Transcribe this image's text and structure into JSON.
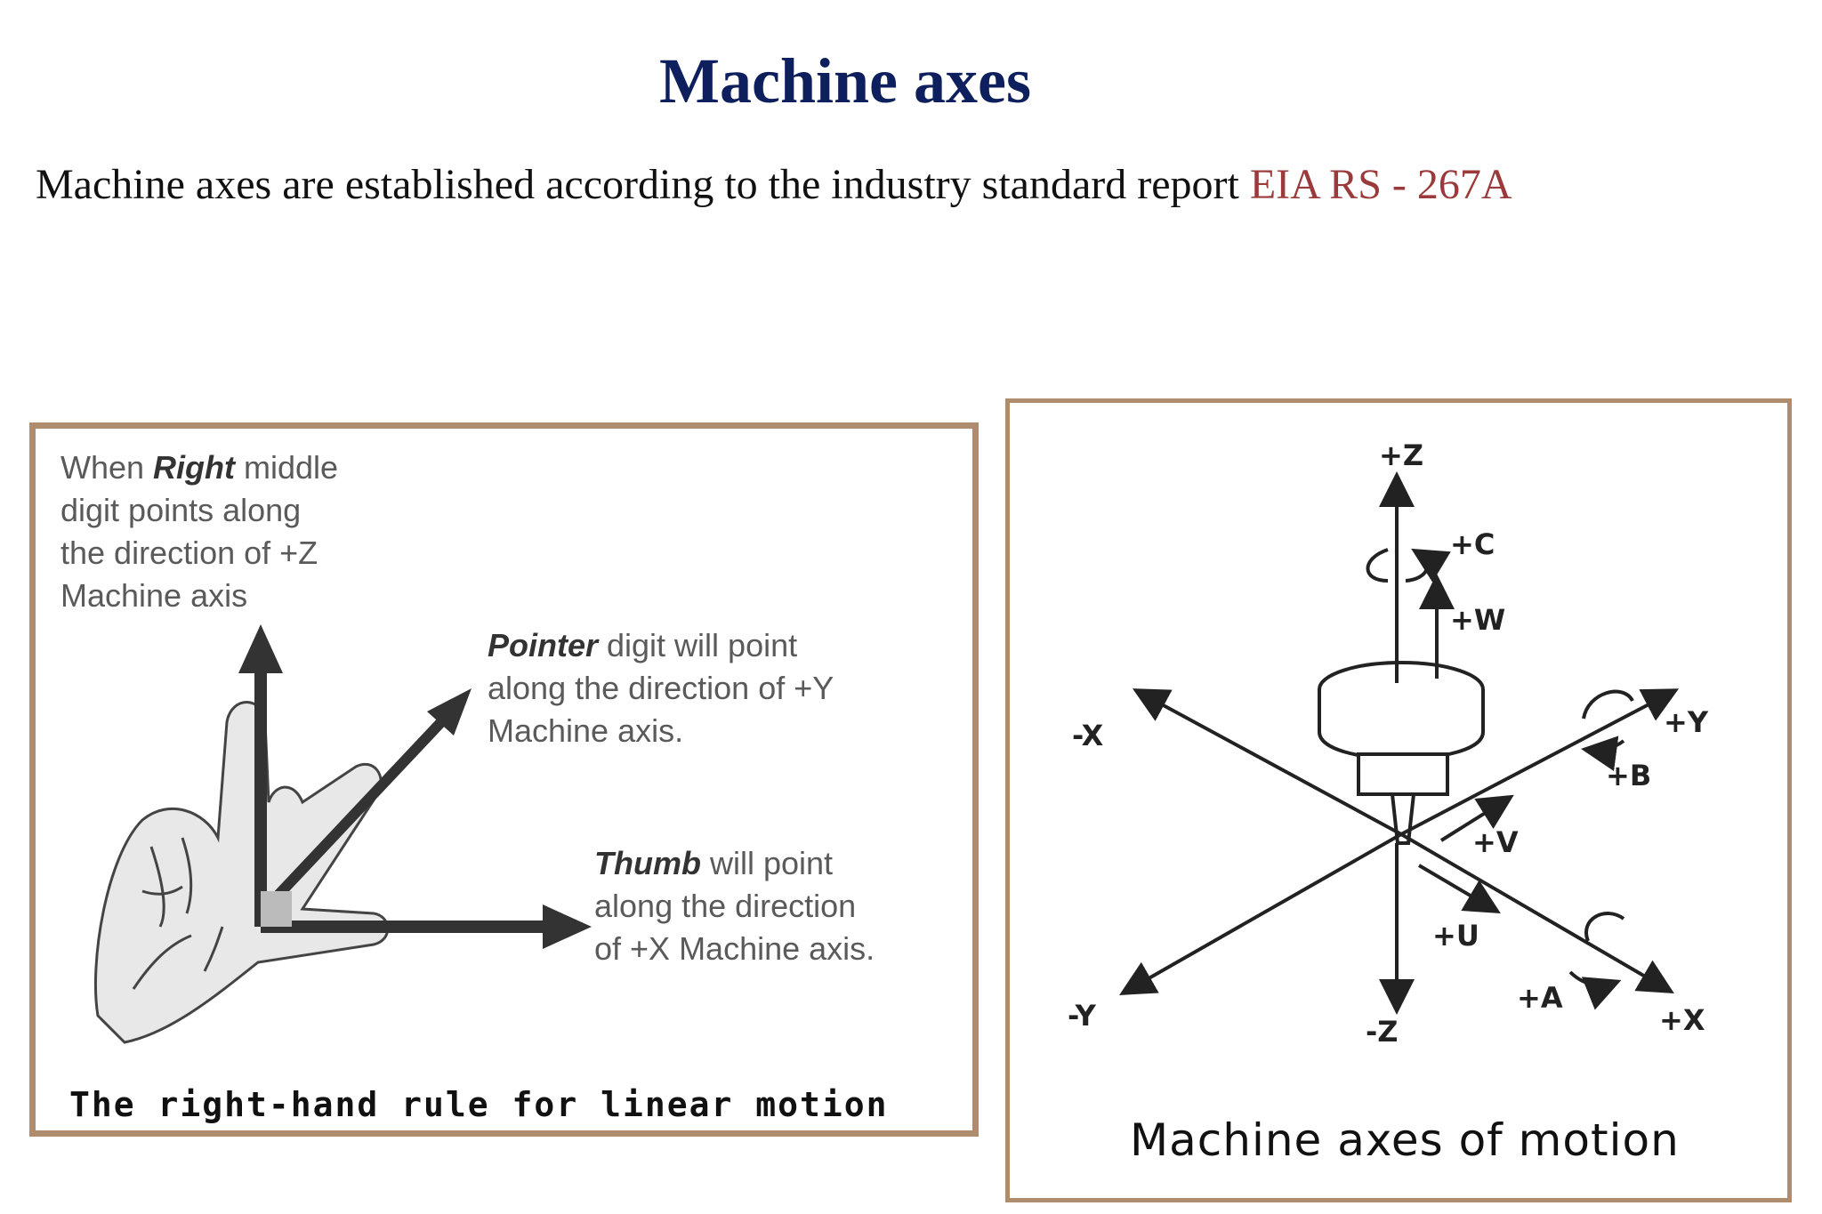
{
  "page": {
    "title": "Machine axes",
    "intro_text": "Machine axes are established according to the industry standard report ",
    "intro_standard": "EIA RS - 267A"
  },
  "left_panel": {
    "z_note": {
      "line1_pre": "When ",
      "line1_em": "Right",
      "line1_post": " middle",
      "line2": "digit points along",
      "line3": "the direction of +Z",
      "line4": "Machine axis"
    },
    "y_note": {
      "line1_em": "Pointer",
      "line1_post": " digit will point",
      "line2": "along the direction of +Y",
      "line3": "Machine axis."
    },
    "x_note": {
      "line1_em": "Thumb",
      "line1_post": " will point",
      "line2": "along the direction",
      "line3": "of +X Machine axis."
    },
    "caption": "The right-hand rule for linear motion"
  },
  "right_panel": {
    "labels": {
      "pz": "+Z",
      "pc": "+C",
      "pw": "+W",
      "nx": "-X",
      "py": "+Y",
      "pb": "+B",
      "pv": "+V",
      "pu": "+U",
      "ny": "-Y",
      "nz": "-Z",
      "pa": "+A",
      "px": "+X"
    },
    "caption": "Machine axes of motion"
  },
  "colors": {
    "title": "#0d1f5c",
    "standard": "#9b3a3a",
    "frame": "#b08c6e"
  }
}
